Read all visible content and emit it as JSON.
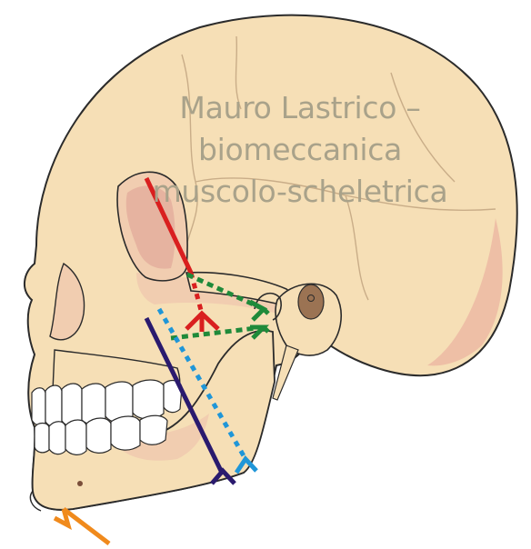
{
  "watermark": {
    "line1": "Mauro Lastrico –",
    "line2": "biomeccanica",
    "line3": "muscolo-scheletrica"
  },
  "colors": {
    "bone": "#f6dfb6",
    "bone_shadow": "#e2b39e",
    "outline": "#2b2b2b",
    "suture": "#c9ad88",
    "red_vector": "#d91f1f",
    "green_vector": "#1f8a3a",
    "navy_vector": "#2a1a6e",
    "blue_vector": "#1f96d8",
    "orange_vector": "#f08a1c",
    "ear_canal": "#9b7353"
  }
}
